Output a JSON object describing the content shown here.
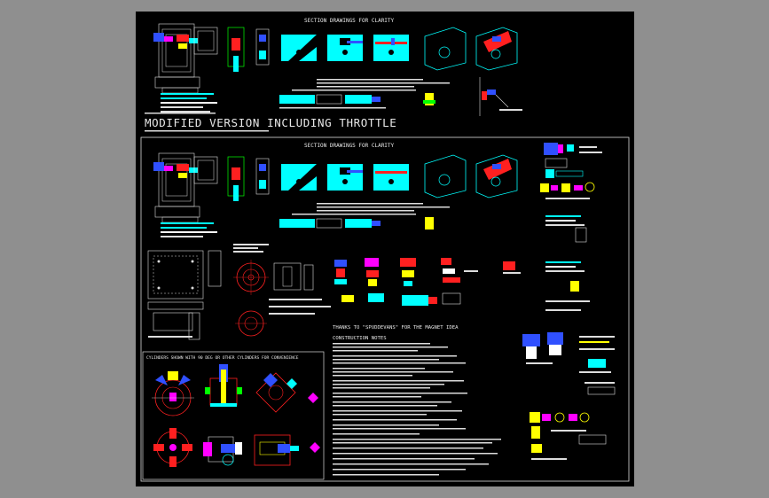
{
  "drawing": {
    "top_section_title": "SECTION DRAWINGS FOR CLARITY",
    "main_title": "MODIFIED VERSION INCLUDING THROTTLE",
    "inner_section_title": "SECTION DRAWINGS FOR CLARITY",
    "thanks_note": "THANKS TO \"SPUDDEVANS\" FOR THE MAGNET IDEA",
    "construction_heading": "CONSTRUCTION NOTES",
    "cylinder_caption": "CYLINDERS SHOWN WITH 90 DEG OR OTHER CYLINDERS FOR CONVENIENCE"
  },
  "colors": {
    "background": "#8f8f8f",
    "sheet": "#000000",
    "cyan": "#00ffff",
    "red": "#ff2020",
    "blue": "#3050ff",
    "magenta": "#ff00ff",
    "yellow": "#ffff00",
    "green": "#00ff00",
    "white": "#ffffff"
  }
}
